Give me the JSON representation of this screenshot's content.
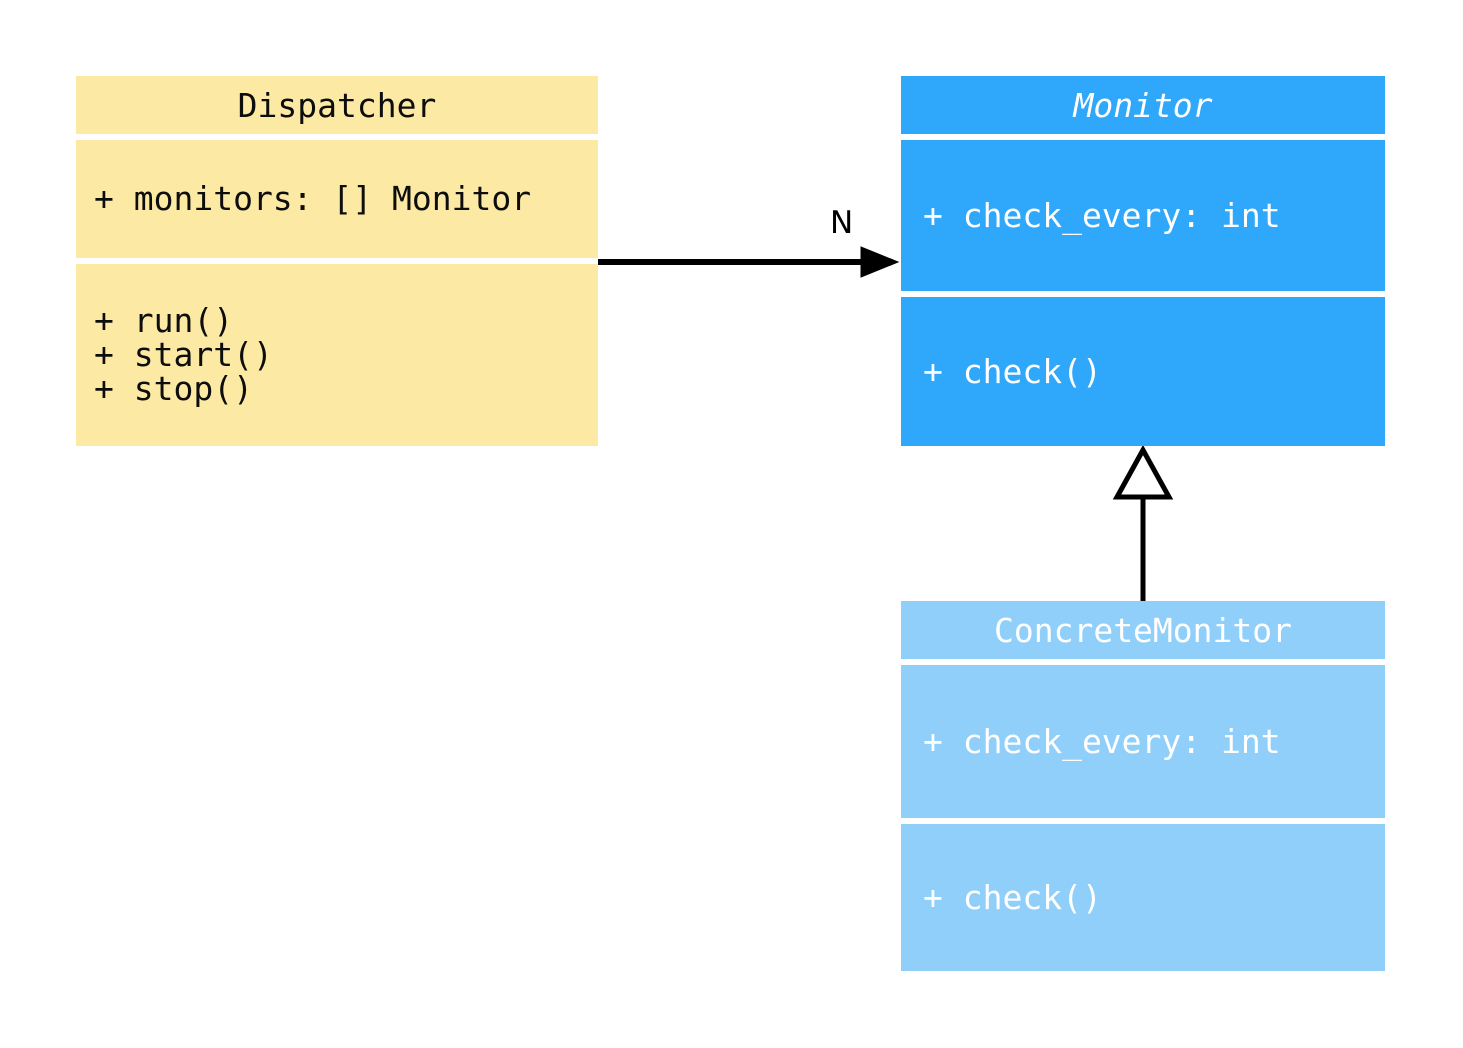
{
  "diagram": {
    "type": "uml-class-diagram",
    "background": "#ffffff",
    "classes": [
      {
        "id": "dispatcher",
        "title": "Dispatcher",
        "abstract": false,
        "fill": "#FCE9A3",
        "text_color": "#0d0d0d",
        "attributes": [
          "+ monitors: [] Monitor"
        ],
        "methods": [
          "+ run()",
          "+ start()",
          "+ stop()"
        ]
      },
      {
        "id": "monitor",
        "title": "Monitor",
        "abstract": true,
        "fill": "#2FA7FA",
        "text_color": "#ffffff",
        "attributes": [
          "+ check_every: int"
        ],
        "methods": [
          "+ check()"
        ]
      },
      {
        "id": "concrete-monitor",
        "title": "ConcreteMonitor",
        "abstract": false,
        "fill": "#90CFFA",
        "text_color": "#ffffff",
        "attributes": [
          "+ check_every: int"
        ],
        "methods": [
          "+ check()"
        ]
      }
    ],
    "relations": [
      {
        "type": "association",
        "from": "Dispatcher",
        "to": "Monitor",
        "label": "N",
        "line_color": "#000000",
        "head_fill": "#000000"
      },
      {
        "type": "generalization",
        "from": "ConcreteMonitor",
        "to": "Monitor",
        "label": "",
        "line_color": "#000000",
        "head_fill": "#ffffff"
      }
    ]
  }
}
